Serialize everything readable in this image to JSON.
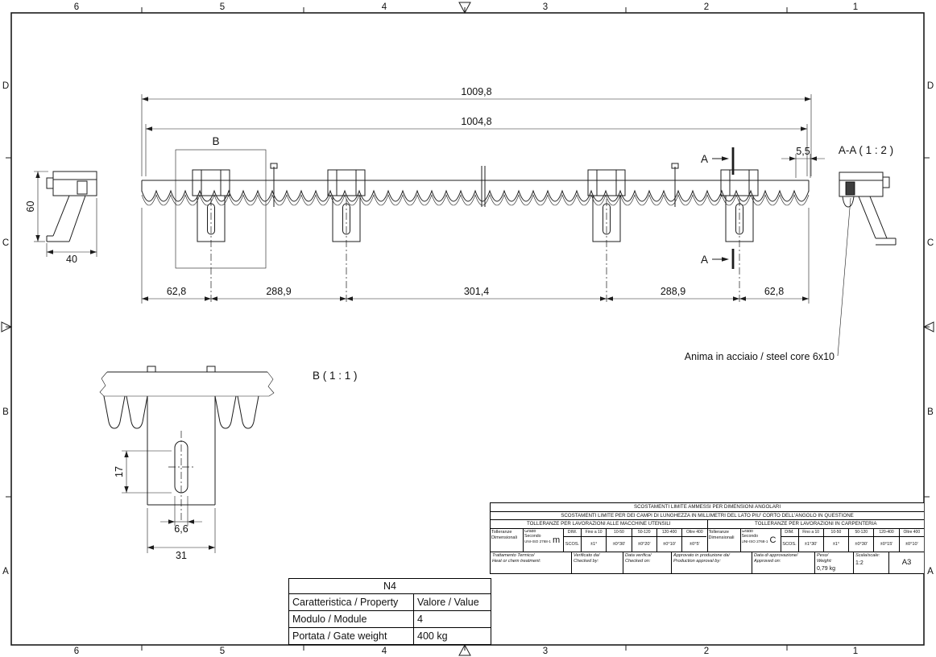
{
  "sheet": {
    "frame": {
      "columns": [
        "6",
        "5",
        "4",
        "3",
        "2",
        "1"
      ],
      "rows": [
        "D",
        "C",
        "B",
        "A"
      ]
    }
  },
  "views": {
    "end_view": {
      "height_dim": "60",
      "width_dim": "40"
    },
    "front_view": {
      "total_length_dim": "1009,8",
      "mounting_length_dim": "1004,8",
      "end_offset_dim": "5,5",
      "spacing_dims": [
        "62,8",
        "288,9",
        "301,4",
        "288,9",
        "62,8"
      ],
      "detail_marker": "B",
      "section_marker_top": "A",
      "section_marker_bottom": "A"
    },
    "section_view": {
      "title": "A-A ( 1 : 2 )",
      "core_note": "Anima in acciaio / steel core 6x10"
    },
    "detail_view": {
      "title": "B ( 1 : 1 )",
      "slot_length_dim": "17",
      "slot_width_dim": "6,6",
      "bracket_width_dim": "31"
    }
  },
  "title_block": {
    "angular_title": "SCOSTAMENTI LIMITE AMMESSI PER DIMENSIONI ANGOLARI",
    "length_note": "SCOSTAMENTI LIMITE PER DEI CAMPI DI LUNGHEZZA IN MILLIMETRI DEL LATO PIU' CORTO DELL'ANGOLO IN QUESTIONE",
    "machining_header": "TOLLERANZE PER LAVORAZIONI ALLE MACCHINE UTENSILI",
    "carpentry_header": "TOLLERANZE PER LAVORAZIONI IN CARPENTERIA",
    "left_table": {
      "dim_label_line1": "Tolleranze",
      "dim_label_line2": "Dimensionali",
      "grade_line1": "Grado",
      "grade_line2": "Secondo",
      "grade_std": "UNI-ISO 2768-1",
      "grade_value": "m",
      "dim_col": "DIM.",
      "scos_col": "SCOS.",
      "ranges": [
        "Fino a 10",
        "10-50",
        "50-120",
        "120-400",
        "Oltre 400"
      ],
      "values": [
        "±1°",
        "±0°30'",
        "±0°20'",
        "±0°10'",
        "±0°5'"
      ]
    },
    "right_table": {
      "dim_label_line1": "Tolleranze",
      "dim_label_line2": "Dimensionali",
      "grade_line1": "Grado",
      "grade_line2": "Secondo",
      "grade_std": "UNI-ISO 2768-1",
      "grade_value": "C",
      "dim_col": "DIM.",
      "scos_col": "SCOS.",
      "ranges": [
        "Fino a 10",
        "10-50",
        "50-120",
        "120-400",
        "Oltre 400"
      ],
      "values": [
        "±1°30'",
        "±1°",
        "±0°30'",
        "±0°15'",
        "±0°10'"
      ]
    },
    "info_row": {
      "heat_line1": "Trattamento Termico/",
      "heat_line2": "Heat or chem treatment:",
      "checked_by_line1": "Verificato da/",
      "checked_by_line2": "Checked by:",
      "checked_on_line1": "Data verifica/",
      "checked_on_line2": "Checked on:",
      "production_line1": "Approvato in produzione da/",
      "production_line2": "Production approval by:",
      "approved_on_line1": "Data di approvazione/",
      "approved_on_line2": "Approved on:",
      "weight_line1": "Peso/",
      "weight_line2": "Weight:",
      "weight_value": "0,79 kg",
      "scale_label": "Scala/scale:",
      "scale_value": "1:2",
      "format": "A3"
    }
  },
  "n4_table": {
    "title": "N4",
    "header_left": "Caratteristica / Property",
    "header_right": "Valore / Value",
    "rows": [
      {
        "property": "Modulo / Module",
        "value": "4"
      },
      {
        "property": "Portata / Gate weight",
        "value": "400 kg"
      }
    ]
  }
}
